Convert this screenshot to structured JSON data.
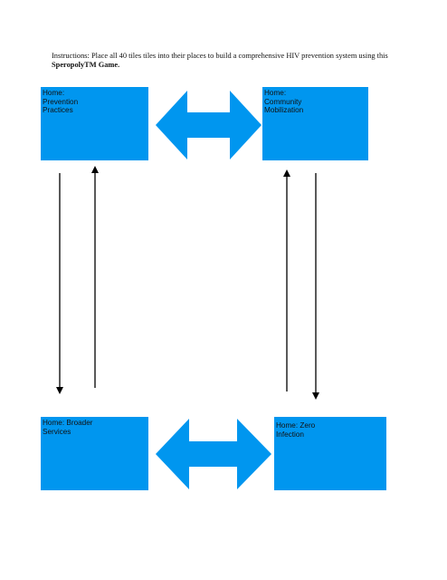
{
  "instructions": {
    "text_before": "Instructions: Place all 40 tiles tiles into their places to build a comprehensive HIV prevention system using this ",
    "bold": "SperopolyTM Game."
  },
  "boxes": {
    "prevention_practices": {
      "lines": [
        "Home:",
        "Prevention",
        "Practices"
      ]
    },
    "community_mobilization": {
      "lines": [
        "Home:",
        "Community",
        "Mobilization"
      ]
    },
    "broader_services": {
      "lines": [
        "Home: Broader",
        "Services"
      ]
    },
    "zero_infection": {
      "lines": [
        "Home: Zero",
        "Infection"
      ]
    }
  },
  "colors": {
    "box_fill": "#0096ef",
    "arrow_fill": "#0096ef",
    "line": "#000000"
  }
}
